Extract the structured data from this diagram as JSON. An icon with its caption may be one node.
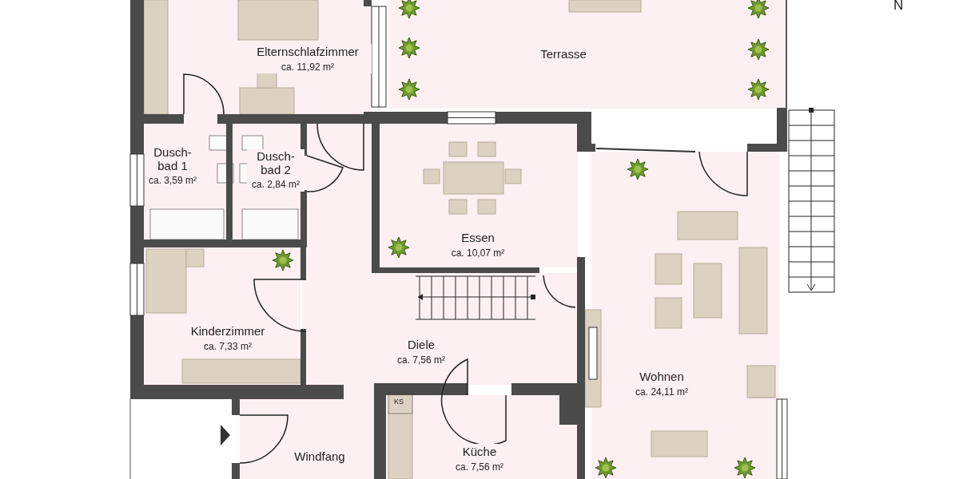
{
  "diagram": {
    "nodes": [
      {
        "text": [
          "Elternschlafzimmer",
          "ca. 11,92 m²"
        ]
      },
      {
        "text": [
          "Terrasse"
        ]
      },
      {
        "text": [
          "Dusch- bad 1",
          "ca. 3,59 m²"
        ]
      },
      {
        "text": [
          "Dusch- bad 2",
          "ca. 2,84 m²"
        ]
      },
      {
        "text": [
          "Essen",
          "ca. 10,07 m²"
        ]
      },
      {
        "text": [
          "Kinderzimmer",
          "ca. 7,33 m²"
        ]
      },
      {
        "text": [
          "Diele",
          "ca. 7,56 m²"
        ]
      },
      {
        "text": [
          "Wohnen",
          "ca. 24,11 m²"
        ]
      },
      {
        "text": [
          "Küche",
          "ca. 7,56 m²"
        ]
      },
      {
        "text": [
          "Windfang"
        ]
      }
    ],
    "labels": [
      "N",
      "KS"
    ]
  }
}
